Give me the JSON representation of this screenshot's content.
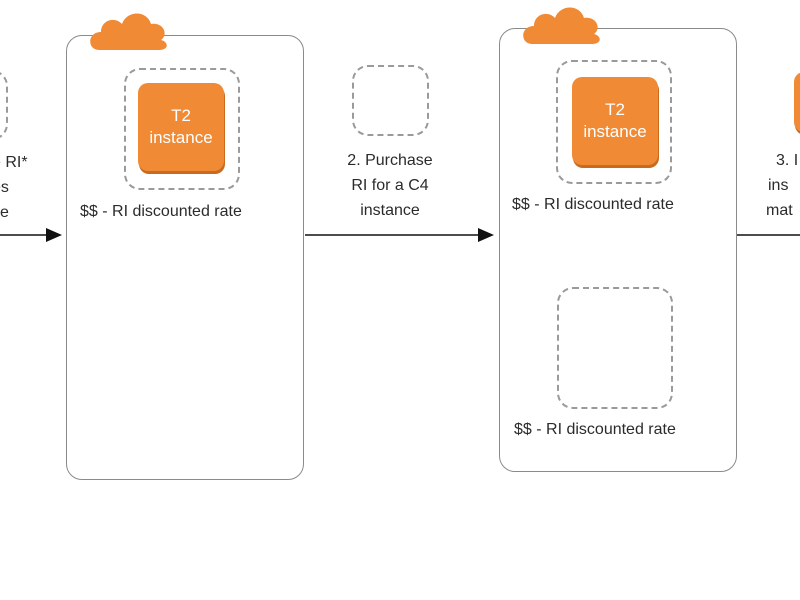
{
  "left_partial": {
    "step_lines": [
      "e RI*",
      "es",
      "ce"
    ]
  },
  "panel1": {
    "instance": {
      "line1": "T2",
      "line2": "instance"
    },
    "rate_label": "$$  - RI discounted rate"
  },
  "step2": {
    "lines": [
      "2. Purchase",
      "RI for a C4",
      "instance"
    ]
  },
  "panel2": {
    "instance": {
      "line1": "T2",
      "line2": "instance"
    },
    "rate_label_top": "$$  - RI discounted rate",
    "rate_label_bottom": "$$  - RI discounted rate"
  },
  "step3_partial": {
    "lines": [
      "3. I",
      "ins",
      "mat"
    ]
  },
  "colors": {
    "cloud": "#f08a34",
    "instance_fill": "#f08a34",
    "border": "#8a8a8a",
    "dashed": "#9a9a9a",
    "arrow": "#111111"
  },
  "icons": [
    "cloud-icon",
    "arrow-right-icon"
  ]
}
